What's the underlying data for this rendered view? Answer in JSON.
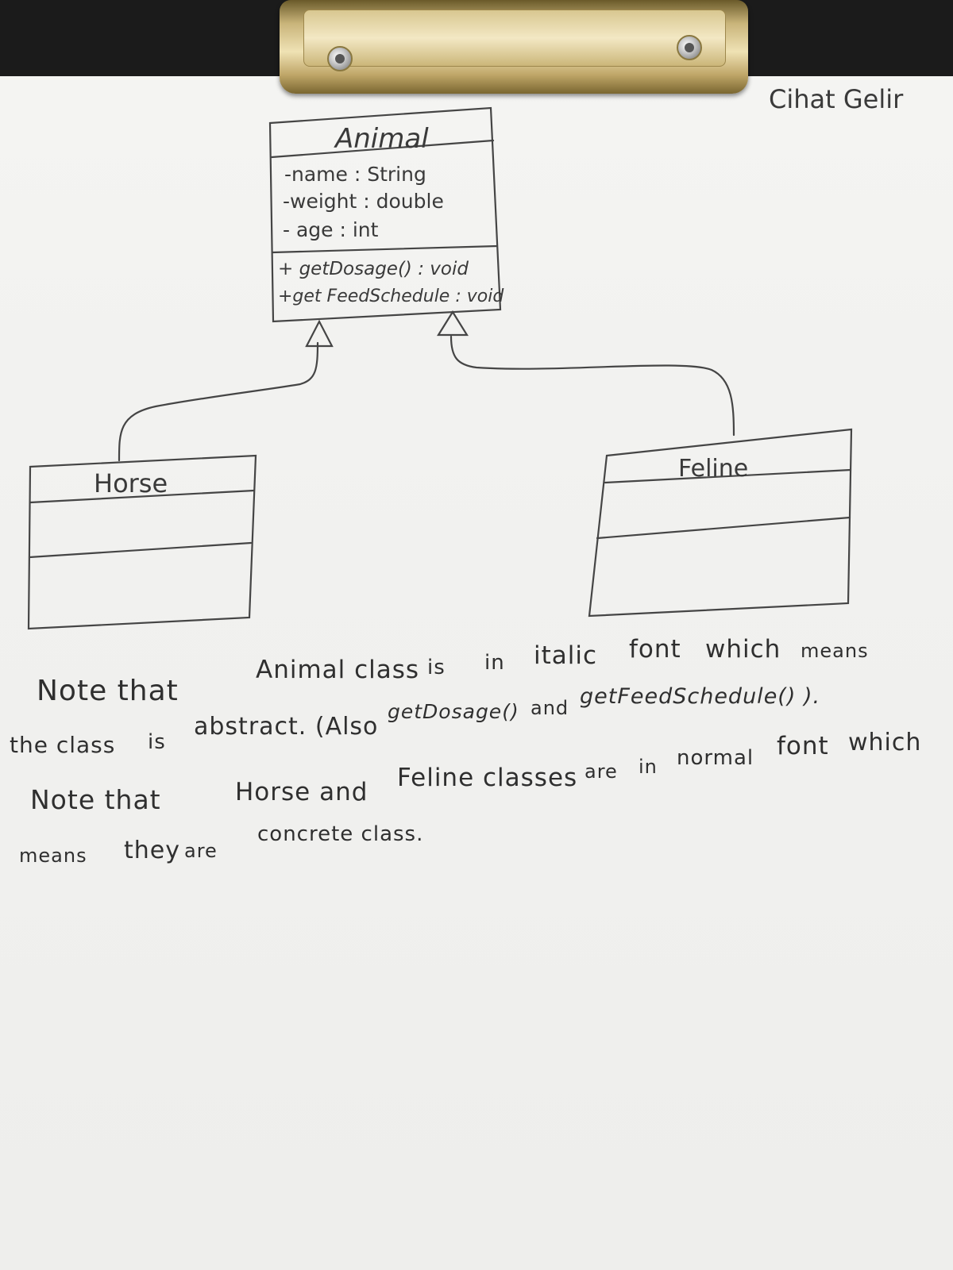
{
  "author": "Cihat Gelir",
  "diagram": {
    "classes": [
      {
        "id": "animal",
        "name": "Animal",
        "abstract": true,
        "attributes": [
          "-name : String",
          "-weight : double",
          "- age : int"
        ],
        "methods": [
          "+ getDosage() : void",
          "+get FeedSchedule : void"
        ]
      },
      {
        "id": "horse",
        "name": "Horse",
        "abstract": false,
        "attributes": [],
        "methods": []
      },
      {
        "id": "feline",
        "name": "Feline",
        "abstract": false,
        "attributes": [],
        "methods": []
      }
    ],
    "relations": [
      {
        "type": "generalization",
        "from": "horse",
        "to": "animal"
      },
      {
        "type": "generalization",
        "from": "feline",
        "to": "animal"
      }
    ]
  },
  "notes": {
    "line1a": "Note that",
    "line1b": "Animal class",
    "line1c": "is",
    "line1d": "in",
    "line1e": "italic",
    "line1f": "font",
    "line1g": "which",
    "line1h": "means",
    "line2a": "the class",
    "line2b": "is",
    "line2c": "abstract. (Also",
    "line2d": "getDosage()",
    "line2e": "and",
    "line2f": "getFeedSchedule() ).",
    "line3a": "Note that",
    "line3b": "Horse and",
    "line3c": "Feline classes",
    "line3d": "are",
    "line3e": "in",
    "line3f": "normal",
    "line3g": "font",
    "line3h": "which",
    "line4a": "means",
    "line4b": "they",
    "line4c": "are",
    "line4d": "concrete class."
  },
  "colors": {
    "ink": "#3a3a3a",
    "paper": "#f3f3f1",
    "clip": "#d9c58a"
  }
}
